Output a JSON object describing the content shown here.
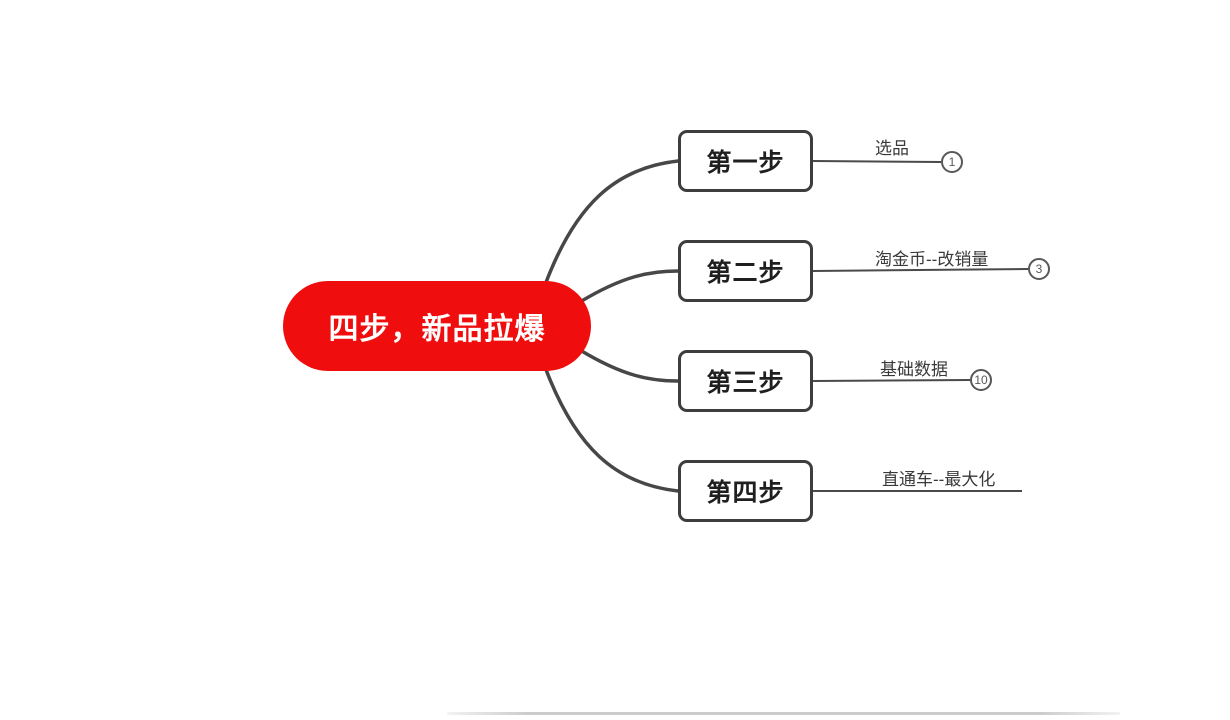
{
  "root": {
    "label": "四步，新品拉爆",
    "bg_color": "#f00d0d",
    "text_color": "#ffffff"
  },
  "branches": [
    {
      "label": "第一步",
      "leaf": "选品",
      "badge": "1"
    },
    {
      "label": "第二步",
      "leaf": "淘金币--改销量",
      "badge": "3"
    },
    {
      "label": "第三步",
      "leaf": "基础数据",
      "badge": "10"
    },
    {
      "label": "第四步",
      "leaf": "直通车--最大化",
      "badge": null
    }
  ],
  "colors": {
    "accent_red": "#f00d0d",
    "connector_line": "#474747",
    "box_border": "#3d3d3d",
    "leaf_text": "#3a3a3a",
    "badge_gray": "#585858"
  }
}
